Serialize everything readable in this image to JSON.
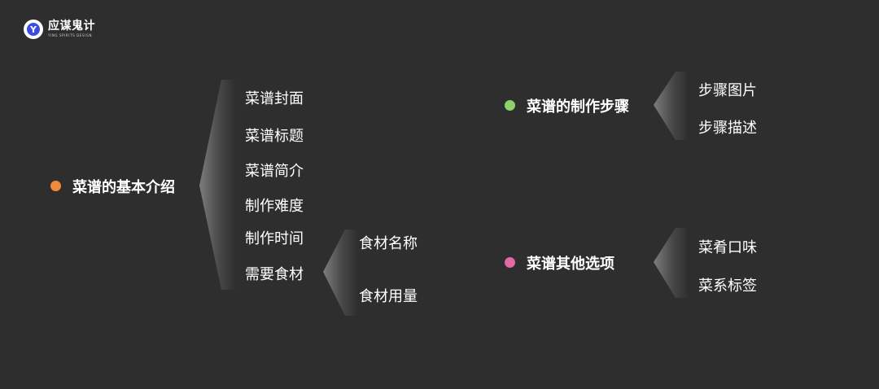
{
  "logo": {
    "name": "应谋鬼计",
    "tagline": "YING SPIRITS DESIGN",
    "mark_letter": "Y"
  },
  "colors": {
    "background": "#2e2e2f",
    "orange": "#f0893a",
    "green": "#8fd16a",
    "pink": "#e06aa3"
  },
  "groups": {
    "intro": {
      "label": "菜谱的基本介绍",
      "items": [
        "菜谱封面",
        "菜谱标题",
        "菜谱简介",
        "制作难度",
        "制作时间",
        "需要食材"
      ]
    },
    "ingredients": {
      "items": [
        "食材名称",
        "食材用量"
      ]
    },
    "steps": {
      "label": "菜谱的制作步骤",
      "items": [
        "步骤图片",
        "步骤描述"
      ]
    },
    "other": {
      "label": "菜谱其他选项",
      "items": [
        "菜肴口味",
        "菜系标签"
      ]
    }
  }
}
